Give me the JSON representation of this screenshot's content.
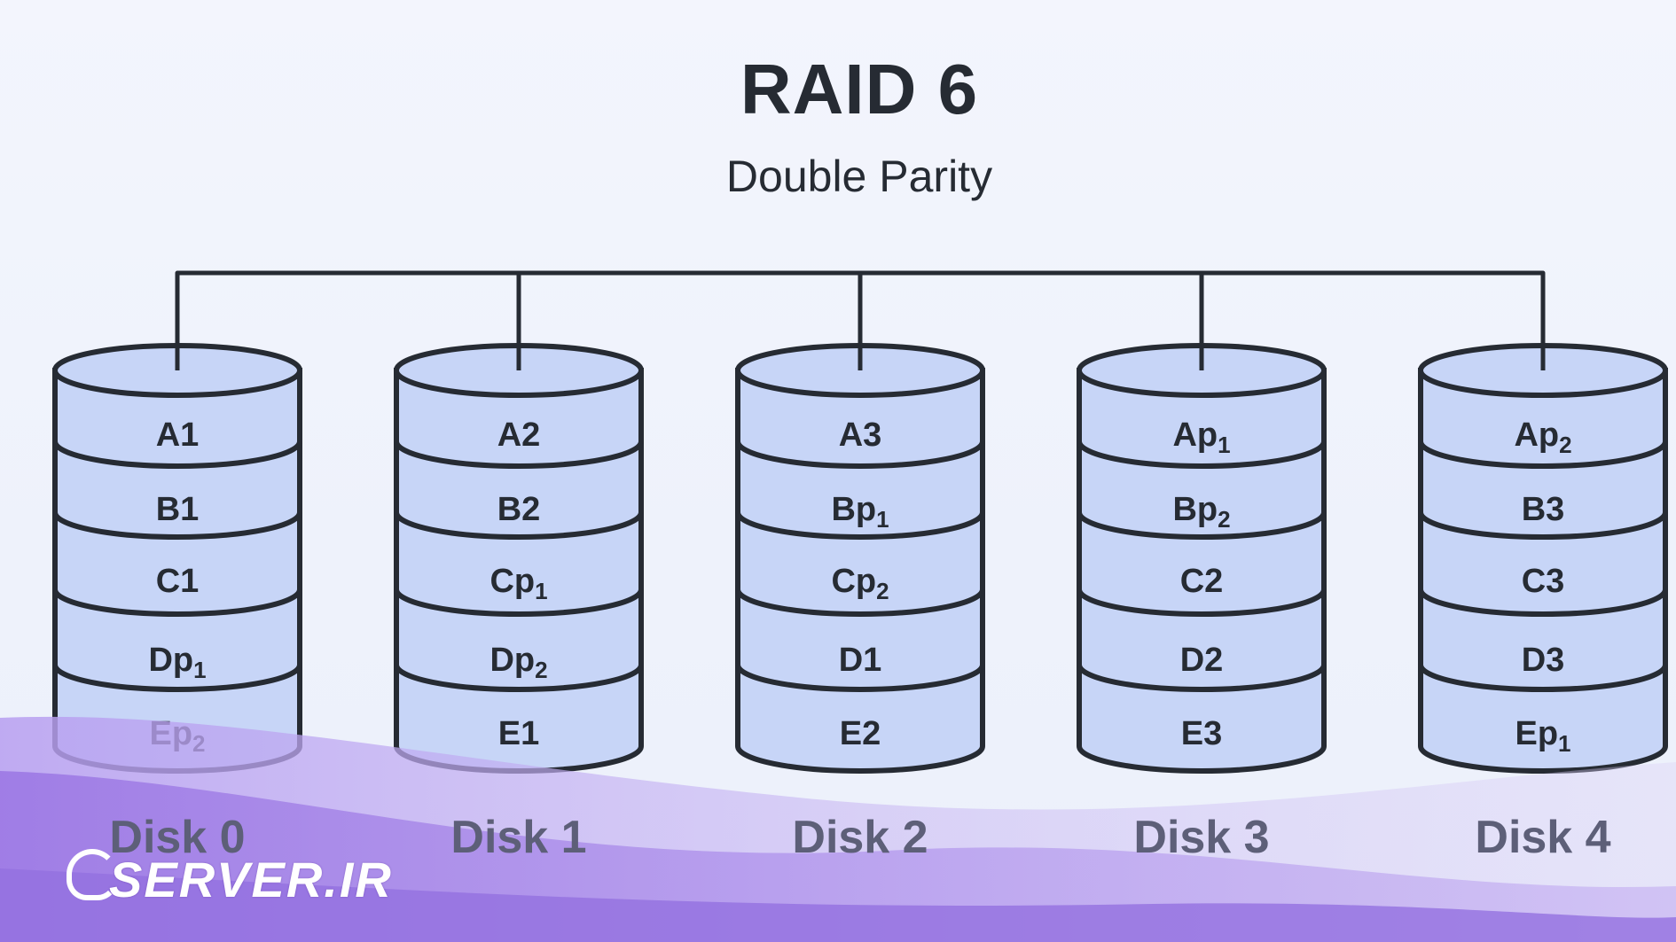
{
  "title": "RAID 6",
  "subtitle": "Double Parity",
  "logo": "SERVER.IR",
  "colors": {
    "disk_fill": "#c7d5f7",
    "outline": "#262b33",
    "background": "#eef2fb",
    "wave_purple": "#a98ae8",
    "disk_label": "#5d5f78"
  },
  "disks": [
    {
      "label": "Disk 0",
      "blocks": [
        {
          "main": "A1",
          "sub": ""
        },
        {
          "main": "B1",
          "sub": ""
        },
        {
          "main": "C1",
          "sub": ""
        },
        {
          "main": "Dp",
          "sub": "1"
        },
        {
          "main": "Ep",
          "sub": "2"
        }
      ]
    },
    {
      "label": "Disk 1",
      "blocks": [
        {
          "main": "A2",
          "sub": ""
        },
        {
          "main": "B2",
          "sub": ""
        },
        {
          "main": "Cp",
          "sub": "1"
        },
        {
          "main": "Dp",
          "sub": "2"
        },
        {
          "main": "E1",
          "sub": ""
        }
      ]
    },
    {
      "label": "Disk 2",
      "blocks": [
        {
          "main": "A3",
          "sub": ""
        },
        {
          "main": "Bp",
          "sub": "1"
        },
        {
          "main": "Cp",
          "sub": "2"
        },
        {
          "main": "D1",
          "sub": ""
        },
        {
          "main": "E2",
          "sub": ""
        }
      ]
    },
    {
      "label": "Disk 3",
      "blocks": [
        {
          "main": "Ap",
          "sub": "1"
        },
        {
          "main": "Bp",
          "sub": "2"
        },
        {
          "main": "C2",
          "sub": ""
        },
        {
          "main": "D2",
          "sub": ""
        },
        {
          "main": "E3",
          "sub": ""
        }
      ]
    },
    {
      "label": "Disk 4",
      "blocks": [
        {
          "main": "Ap",
          "sub": "2"
        },
        {
          "main": "B3",
          "sub": ""
        },
        {
          "main": "C3",
          "sub": ""
        },
        {
          "main": "D3",
          "sub": ""
        },
        {
          "main": "Ep",
          "sub": "1"
        }
      ]
    }
  ]
}
